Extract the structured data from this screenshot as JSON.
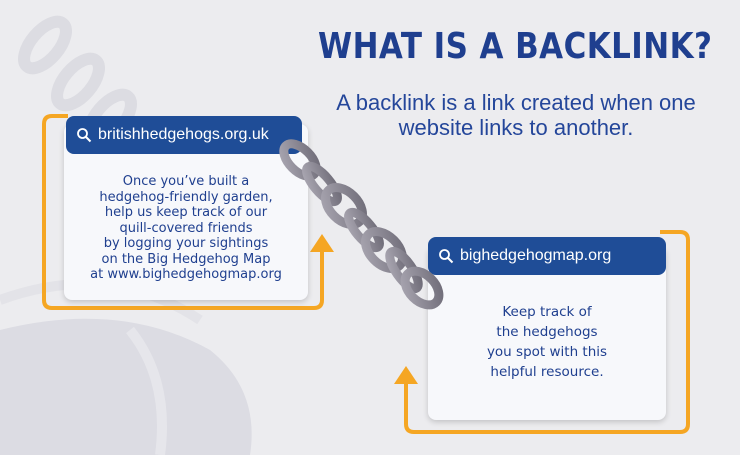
{
  "title": "WHAT IS A BACKLINK?",
  "subtitle": "A backlink is a link created when one website links to another.",
  "card_left": {
    "url": "britishhedgehogs.org.uk",
    "text_lines": [
      "Once you’ve built a",
      "hedgehog-friendly garden,",
      "help us keep track of our",
      "quill-covered friends",
      "by logging your sightings",
      "on the Big Hedgehog Map",
      "at www.bighedgehogmap.org"
    ]
  },
  "card_right": {
    "url": "bighedgehogmap.org",
    "text_lines": [
      "Keep track of",
      "the hedgehogs",
      "you spot with this",
      "helpful resource."
    ]
  },
  "colors": {
    "navy": "#1f4d97",
    "orange": "#f5a623",
    "chain": "#8d8a96",
    "background": "#ececef"
  },
  "icons": [
    "search-icon",
    "chain-icon",
    "arrow-up-icon"
  ]
}
